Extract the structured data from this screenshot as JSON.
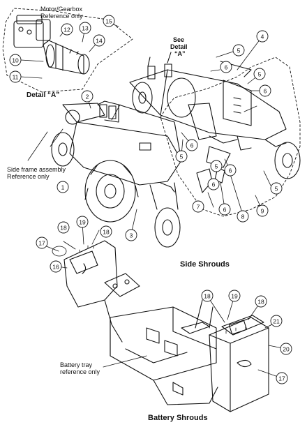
{
  "detail_a": {
    "ref_label_line1": "Motor/Gearbox",
    "ref_label_line2": "Reference only",
    "caption": "Detail “A”"
  },
  "see_detail": {
    "line1": "See",
    "line2": "Detail",
    "line3": "“A”"
  },
  "side_frame_ref": {
    "line1": "Side frame assembly",
    "line2": "Reference only"
  },
  "battery_tray_ref": {
    "line1": "Battery tray",
    "line2": "reference only"
  },
  "captions": {
    "side_shrouds": "Side Shrouds",
    "battery_shrouds": "Battery Shrouds"
  },
  "callouts": [
    "1",
    "2",
    "3",
    "4",
    "5",
    "5",
    "5",
    "5",
    "5",
    "6",
    "6",
    "6",
    "6",
    "6",
    "6",
    "7",
    "8",
    "9",
    "10",
    "11",
    "12",
    "13",
    "14",
    "15",
    "16",
    "17",
    "17",
    "18",
    "18",
    "18",
    "18",
    "19",
    "19",
    "20",
    "21"
  ]
}
